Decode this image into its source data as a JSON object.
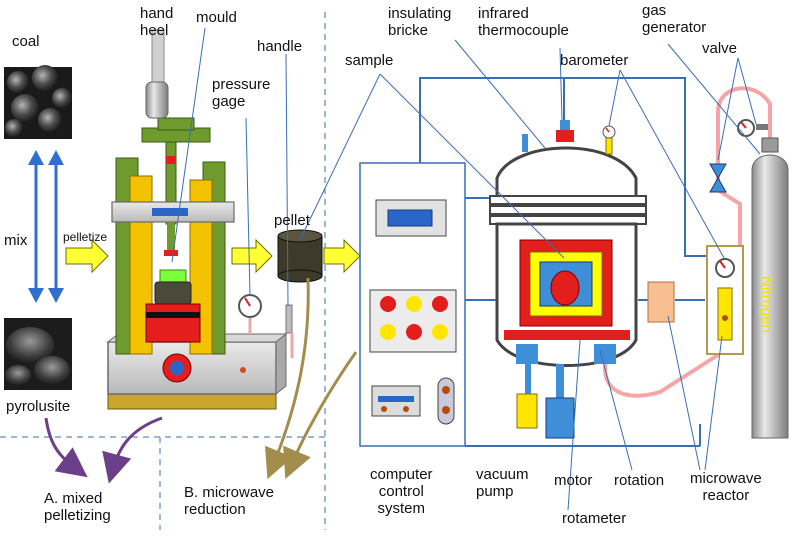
{
  "labels": {
    "coal": "coal",
    "hand_heel": "hand\nheel",
    "mould": "mould",
    "handle": "handle",
    "pressure_gage": "pressure\ngage",
    "sample": "sample",
    "insulating_bricke": "insulating\nbricke",
    "infrared_thermocouple": "infrared\nthermocouple",
    "gas_generator": "gas\ngenerator",
    "barometer": "barometer",
    "valve": "valve",
    "mix": "mix",
    "pelletize": "pelletize",
    "pellet": "pellet",
    "nitrogen": "Nitrogen",
    "pyrolusite": "pyrolusite",
    "mixed_pelletizing": "A. mixed\npelletizing",
    "microwave_reduction": "B. microwave\nreduction",
    "computer_control_system": "computer\ncontrol\nsystem",
    "vacuum_pump": "vacuum\npump",
    "motor": "motor",
    "rotation": "rotation",
    "microwave_reactor": "microwave\nreactor",
    "rotameter": "rotameter"
  },
  "colors": {
    "pipe_blue": "#3a6fb5",
    "gas_line_pink": "#f4a6a6",
    "press_green": "#6f9a2e",
    "press_yellow": "#f2c200",
    "arrow_yellow": "#ffff33",
    "reactor_red": "#e31919",
    "reactor_yellow": "#ffff00",
    "reactor_blue": "#3f8ed8",
    "nitrogen_text": "#f0e000",
    "purple_arrow": "#6b3f8a",
    "olive_arrow": "#a38d4d",
    "divider": "#3a6fb5"
  }
}
